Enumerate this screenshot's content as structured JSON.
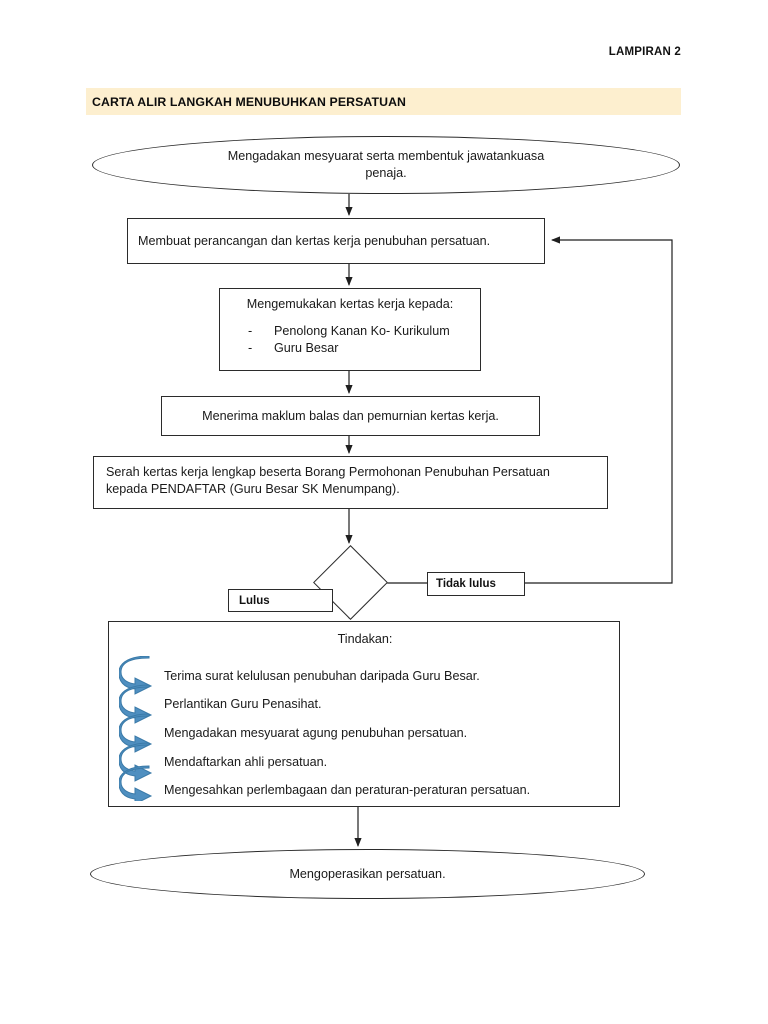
{
  "document": {
    "lampiran_label": "LAMPIRAN 2",
    "title": "CARTA ALIR LANGKAH MENUBUHKAN PERSATUAN",
    "title_bar_color": "#fdefcf"
  },
  "flow": {
    "start": {
      "shape": "ellipse",
      "line1": "Mengadakan mesyuarat serta membentuk jawatankuasa",
      "line2": "penaja."
    },
    "step_perancangan": {
      "shape": "process",
      "text": "Membuat perancangan dan kertas kerja penubuhan persatuan."
    },
    "step_kemuka": {
      "shape": "process",
      "heading": "Mengemukakan kertas kerja kepada:",
      "bullet_marker": "-",
      "items": [
        "Penolong Kanan Ko- Kurikulum",
        "Guru Besar"
      ]
    },
    "step_maklumbalas": {
      "shape": "process",
      "text": "Menerima maklum balas dan pemurnian kertas kerja."
    },
    "step_serah": {
      "shape": "process",
      "line1": "Serah kertas kerja lengkap beserta Borang Permohonan Penubuhan Persatuan",
      "line2": "kepada PENDAFTAR (Guru Besar SK Menumpang)."
    },
    "decision": {
      "shape": "diamond",
      "text": "",
      "yes_label": "Lulus",
      "no_label": "Tidak lulus"
    },
    "step_tindakan": {
      "shape": "process",
      "heading": "Tindakan:",
      "accent_color": "#4a87b8",
      "accent_icon": "blue-coiled-arrow",
      "items": [
        "Terima surat kelulusan penubuhan daripada Guru Besar.",
        "Perlantikan Guru Penasihat.",
        "Mengadakan mesyuarat agung penubuhan persatuan.",
        "Mendaftarkan ahli persatuan.",
        "Mengesahkan perlembagaan dan peraturan-peraturan persatuan."
      ]
    },
    "end": {
      "shape": "ellipse",
      "text": "Mengoperasikan persatuan."
    }
  }
}
